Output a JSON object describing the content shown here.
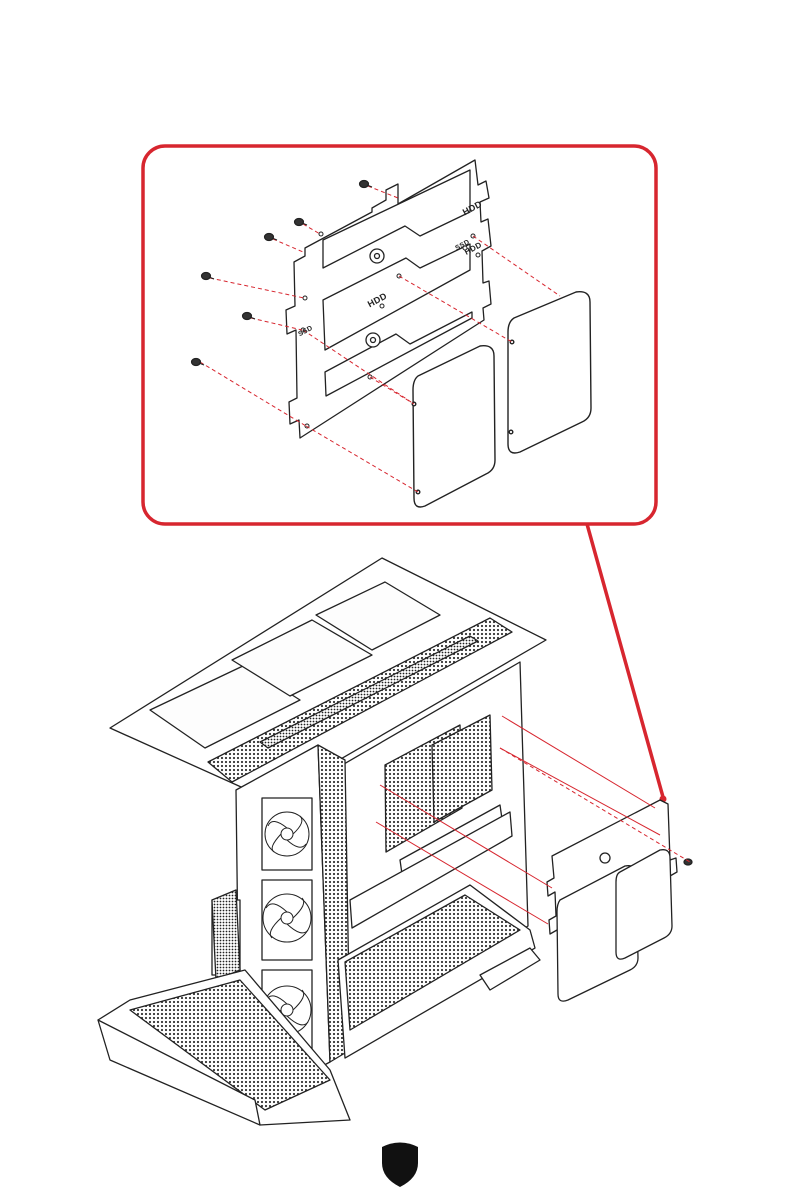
{
  "diagram": {
    "callout_color": "#d7262f",
    "line_color": "#222222",
    "labels": {
      "hdd_upper": "HDD",
      "hdd_right": "HDD",
      "ssd_right": "SSD",
      "hdd_mid": "HDD",
      "ssd_left": "SSD",
      "case_tag_top": "",
      "case_tag_left": ""
    }
  },
  "footer": {
    "page_number": "",
    "icon": "shield-icon"
  }
}
